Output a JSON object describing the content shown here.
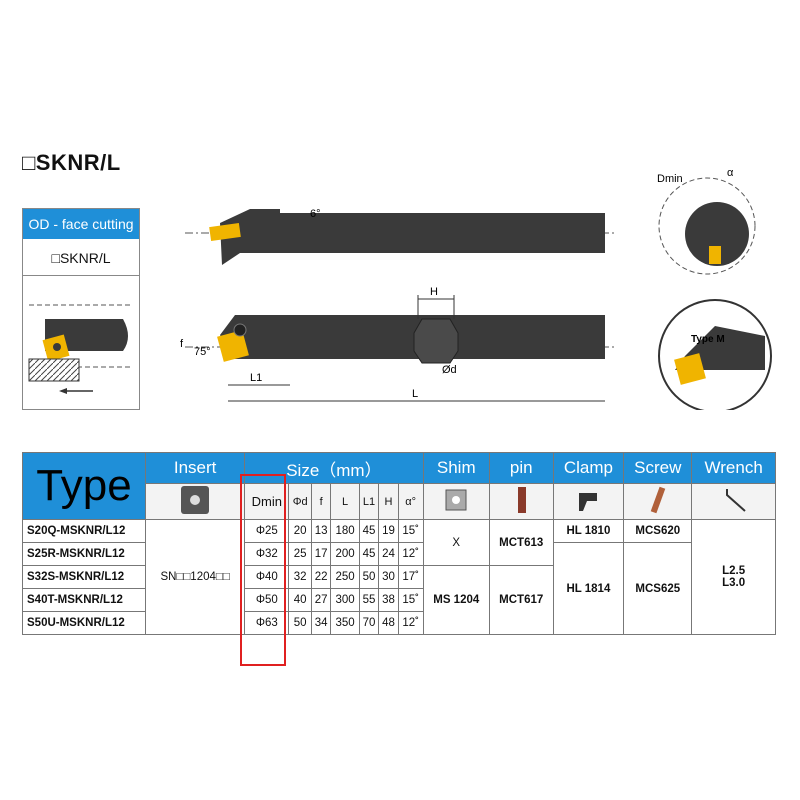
{
  "title": "□SKNR/L",
  "od_box": {
    "header": "OD - face cutting",
    "code": "□SKNR/L"
  },
  "drawing": {
    "angle_top": "6°",
    "angle_side": "75°",
    "dim_f": "f",
    "dim_L1": "L1",
    "dim_L": "L",
    "dim_H": "H",
    "dim_d": "Ød"
  },
  "detail": {
    "dmin": "Dmin",
    "alpha": "α",
    "type_m": "Type M"
  },
  "table": {
    "type_label": "Type",
    "headers": {
      "insert": "Insert",
      "size": "Size（mm）",
      "shim": "Shim",
      "pin": "pin",
      "clamp": "Clamp",
      "screw": "Screw",
      "wrench": "Wrench"
    },
    "subheaders": {
      "dmin": "Dmin",
      "d": "Φd",
      "f": "f",
      "L": "L",
      "L1": "L1",
      "H": "H",
      "alpha": "α°"
    },
    "insert_value": "SN□□1204□□",
    "rows": [
      {
        "code": "S20Q-MSKNR/L12",
        "dmin": "Φ25",
        "d": "20",
        "f": "13",
        "L": "180",
        "L1": "45",
        "H": "19",
        "a": "15˚"
      },
      {
        "code": "S25R-MSKNR/L12",
        "dmin": "Φ32",
        "d": "25",
        "f": "17",
        "L": "200",
        "L1": "45",
        "H": "24",
        "a": "12˚"
      },
      {
        "code": "S32S-MSKNR/L12",
        "dmin": "Φ40",
        "d": "32",
        "f": "22",
        "L": "250",
        "L1": "50",
        "H": "30",
        "a": "17˚"
      },
      {
        "code": "S40T-MSKNR/L12",
        "dmin": "Φ50",
        "d": "40",
        "f": "27",
        "L": "300",
        "L1": "55",
        "H": "38",
        "a": "15˚"
      },
      {
        "code": "S50U-MSKNR/L12",
        "dmin": "Φ63",
        "d": "50",
        "f": "34",
        "L": "350",
        "L1": "70",
        "H": "48",
        "a": "12˚"
      }
    ],
    "shim": {
      "group1": "X",
      "group2": "MS 1204"
    },
    "pin": {
      "group1": "MCT613",
      "group2": "MCT617"
    },
    "clamp": {
      "group1": "HL 1810",
      "group2": "HL 1814"
    },
    "screw": {
      "group1": "MCS620",
      "group2": "MCS625"
    },
    "wrench": {
      "line1": "L2.5",
      "line2": "L3.0"
    }
  },
  "colors": {
    "accent": "#1f8fd8",
    "highlight": "#e02020",
    "insert": "#f0b400"
  }
}
